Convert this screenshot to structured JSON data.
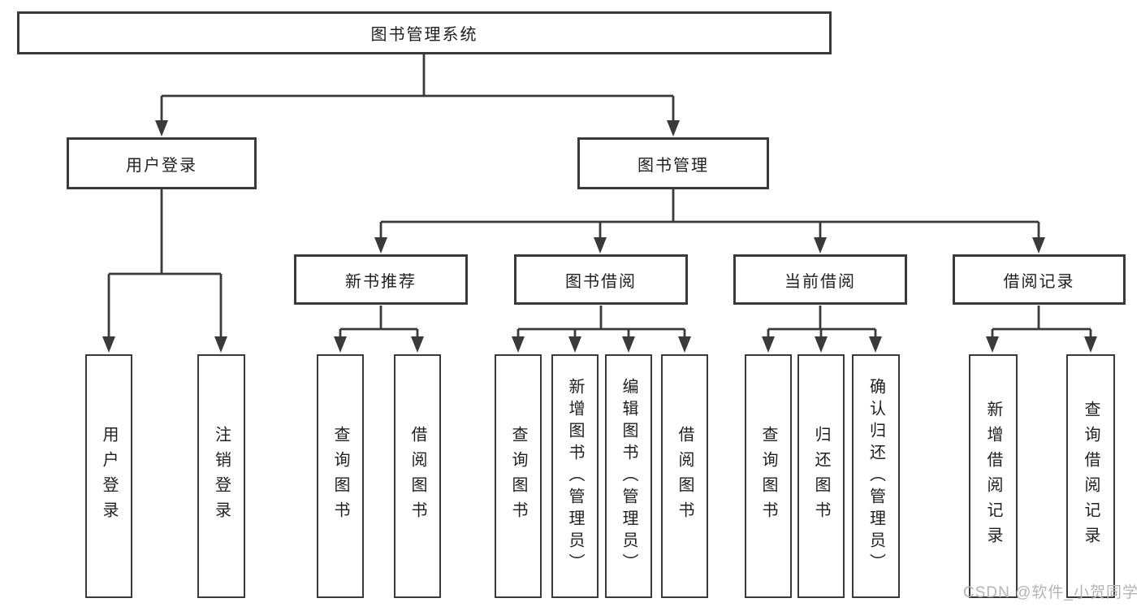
{
  "colors": {
    "line": "#3a3a3a",
    "text": "#1f1f1f",
    "watermark": "#b4b4b4",
    "background": "#ffffff"
  },
  "tree": {
    "label": "图书管理系统",
    "children": [
      {
        "label": "用户登录",
        "children": [
          {
            "label": "用户登录"
          },
          {
            "label": "注销登录"
          }
        ]
      },
      {
        "label": "图书管理",
        "children": [
          {
            "label": "新书推荐",
            "children": [
              {
                "label": "查询图书"
              },
              {
                "label": "借阅图书"
              }
            ]
          },
          {
            "label": "图书借阅",
            "children": [
              {
                "label": "查询图书"
              },
              {
                "label": "新增图书（管理员）"
              },
              {
                "label": "编辑图书（管理员）"
              },
              {
                "label": "借阅图书"
              }
            ]
          },
          {
            "label": "当前借阅",
            "children": [
              {
                "label": "查询图书"
              },
              {
                "label": "归还图书"
              },
              {
                "label": "确认归还（管理员）"
              }
            ]
          },
          {
            "label": "借阅记录",
            "children": [
              {
                "label": "新增借阅记录"
              },
              {
                "label": "查询借阅记录"
              }
            ]
          }
        ]
      }
    ]
  },
  "watermark": "CSDN @软件_小贺同学"
}
